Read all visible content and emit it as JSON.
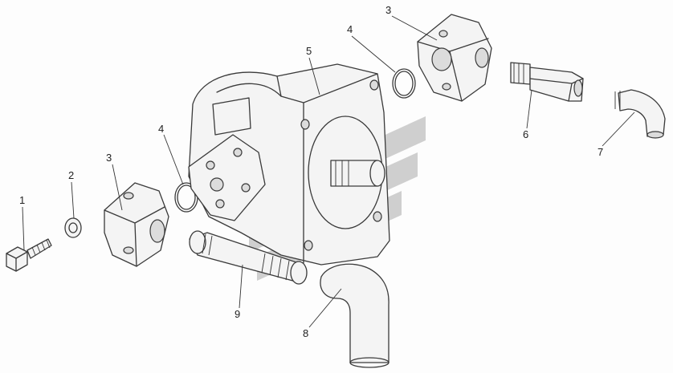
{
  "parts": [
    {
      "id": "bolt",
      "label": "1"
    },
    {
      "id": "washer",
      "label": "2"
    },
    {
      "id": "flange-left",
      "label": "3"
    },
    {
      "id": "flange-right",
      "label": "3"
    },
    {
      "id": "oring-left",
      "label": "4"
    },
    {
      "id": "oring-right",
      "label": "4"
    },
    {
      "id": "pump-body",
      "label": "5"
    },
    {
      "id": "adapter",
      "label": "6"
    },
    {
      "id": "elbow-small",
      "label": "7"
    },
    {
      "id": "elbow-large",
      "label": "8"
    },
    {
      "id": "pipe-nipple",
      "label": "9"
    }
  ],
  "colors": {
    "line": "#3a3a3a",
    "watermark": "#c9c9c9"
  },
  "icons": {
    "watermark": "mtz-logo-watermark"
  }
}
